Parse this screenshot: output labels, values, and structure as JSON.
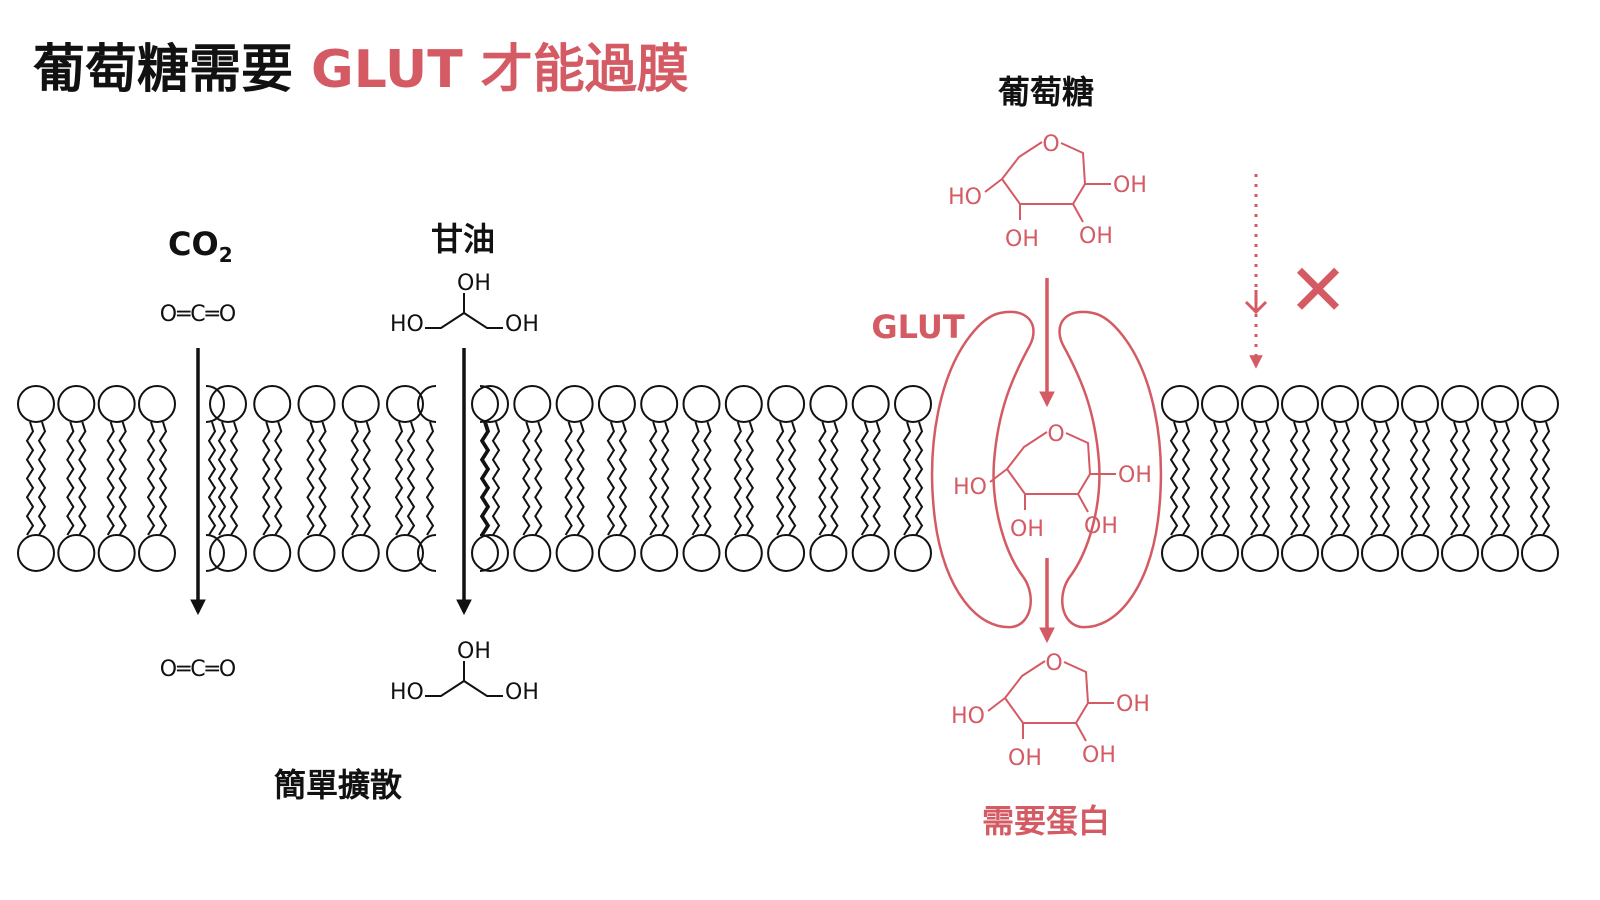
{
  "title": {
    "prefix": "葡萄糖需要",
    "highlight": "GLUT 才能過膜"
  },
  "labels": {
    "co2": "CO",
    "co2_subscript": "2",
    "glycerol": "甘油",
    "glucose": "葡萄糖",
    "glut": "GLUT",
    "simple_diffusion": "簡單擴散",
    "needs_protein": "需要蛋白"
  },
  "molecules": {
    "co2_top": "O═C═O",
    "co2_bottom": "O═C═O",
    "atom_o": "O",
    "atom_oh": "OH",
    "atom_ho": "HO",
    "blocked_mark": "✕"
  },
  "colors": {
    "accent": "#d45a63",
    "text": "#111111",
    "membrane_stroke": "#111111",
    "background": "#ffffff"
  }
}
